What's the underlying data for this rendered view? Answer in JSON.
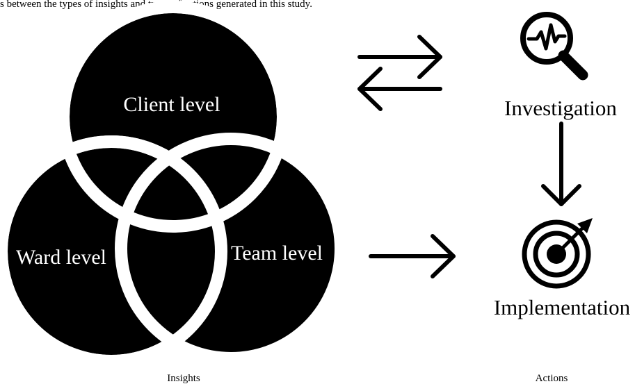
{
  "caption": "s between the types of insights and types of actions generated in this study.",
  "insights": {
    "client_label": "Client level",
    "ward_label": "Ward level",
    "team_label": "Team level",
    "footer": "Insights"
  },
  "actions": {
    "investigation_label": "Investigation",
    "implementation_label": "Implementation",
    "footer": "Actions",
    "investigation_icon": "magnifier-heartbeat-icon",
    "implementation_icon": "target-arrow-icon"
  },
  "colors": {
    "ink": "#000000",
    "background": "#ffffff"
  }
}
